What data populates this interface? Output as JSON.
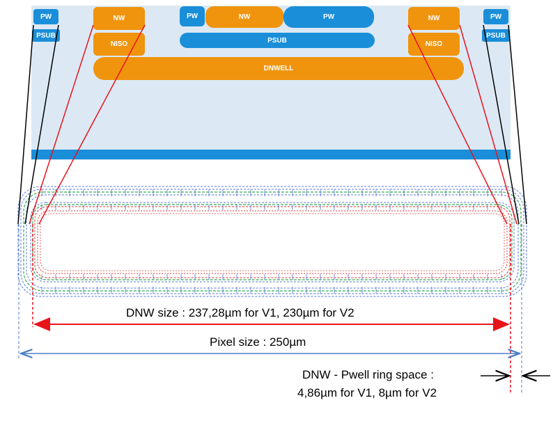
{
  "cross_section": {
    "left": {
      "pw": "PW",
      "psub": "PSUB",
      "nw": "NW",
      "niso": "NISO"
    },
    "center": {
      "pw_small": "PW",
      "nw": "NW",
      "pw_large": "PW",
      "psub": "PSUB"
    },
    "right": {
      "nw": "NW",
      "niso": "NISO",
      "pw": "PW",
      "psub": "PSUB"
    },
    "dnwell": "DNWELL"
  },
  "dimensions": {
    "dnw_size": "DNW size : 237,28µm for V1, 230µm for V2",
    "pixel_size": "Pixel size : 250µm",
    "ring_space_line1": "DNW - Pwell ring space :",
    "ring_space_line2": "4,86µm for V1, 8µm for V2"
  },
  "colors": {
    "nwell": "#f0940e",
    "pwell": "#1a8ed8",
    "substrate_bg": "#dce9f5",
    "dnw_arrow": "#e8141b",
    "pixel_arrow": "#4a7ec8",
    "ring_outer": "#5577dd",
    "ring_green": "#33aa55",
    "ring_red": "#dd3333"
  }
}
